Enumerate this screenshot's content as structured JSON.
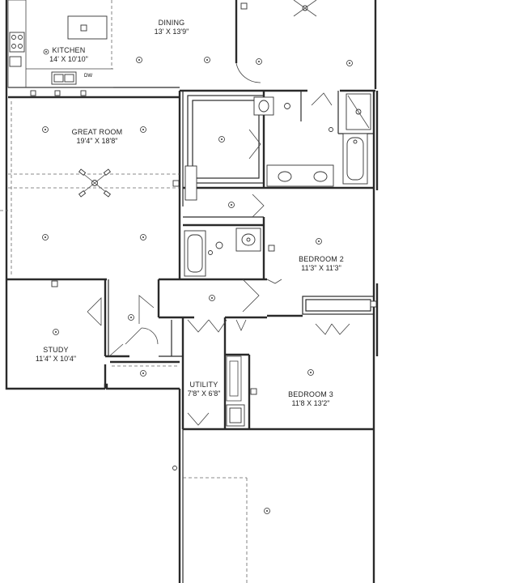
{
  "rooms": {
    "dining": {
      "name": "DINING",
      "dims": "13' X 13'9\""
    },
    "kitchen": {
      "name": "KITCHEN",
      "dims": "14' X 10'10\""
    },
    "great": {
      "name": "GREAT ROOM",
      "dims": "19'4\" X 18'8\""
    },
    "bedroom2": {
      "name": "BEDROOM 2",
      "dims": "11'3\" X 11'3\""
    },
    "study": {
      "name": "STUDY",
      "dims": "11'4\" X 10'4\""
    },
    "utility": {
      "name": "UTILITY",
      "dims": "7'8\" X 6'8\""
    },
    "bedroom3": {
      "name": "BEDROOM 3",
      "dims": "11'8 X 13'2\""
    }
  },
  "labels": {
    "dishwasher": "DW"
  },
  "fixtures": {
    "ceiling_fans": 2,
    "recessed_lights": 17,
    "sinks": 4,
    "tubs": 2,
    "toilets": 2,
    "fireplace_marks": 6
  }
}
